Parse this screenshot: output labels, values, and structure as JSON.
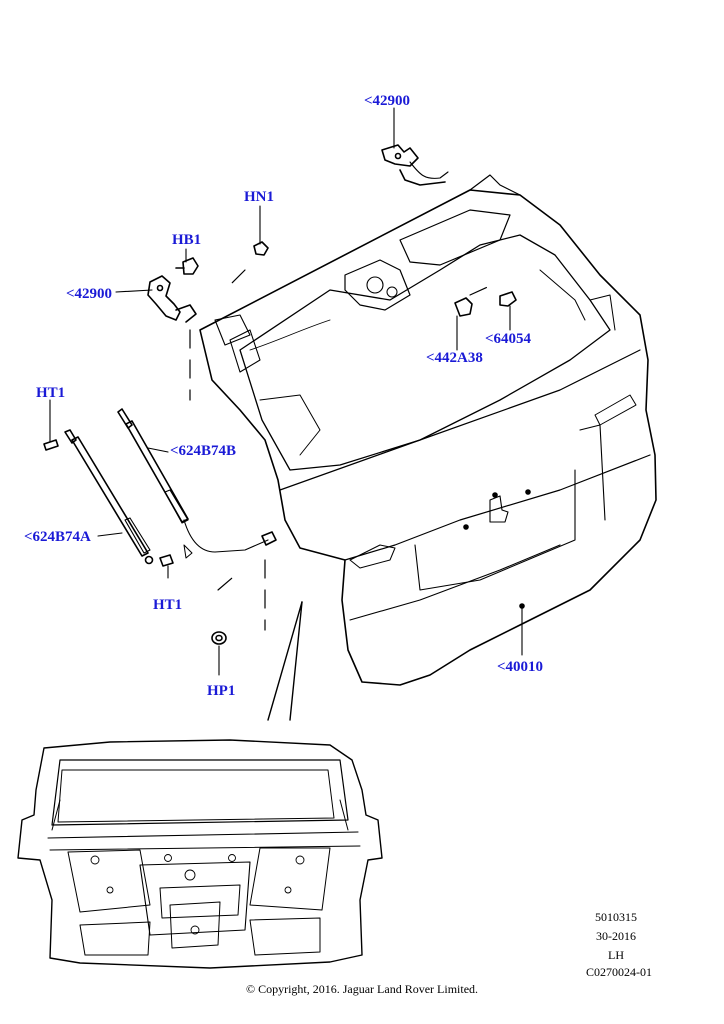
{
  "callouts": {
    "tailgate_hinge_rh": "<42900",
    "tailgate_hinge_lh": "<42900",
    "hinge_nut": "HN1",
    "hinge_bolt": "HB1",
    "upper_bolt": "HT1",
    "lower_bolt": "HT1",
    "gas_strut_b": "<624B74B",
    "gas_strut_a": "<624B74A",
    "stopper": "<64054",
    "buffer": "<442A38",
    "tailgate_panel": "<40010",
    "plug": "HP1"
  },
  "meta": {
    "code1": "5010315",
    "code2": "30-2016",
    "side": "LH",
    "ref": "C0270024-01"
  },
  "copyright": "© Copyright, 2016. Jaguar Land Rover Limited.",
  "colors": {
    "callout": "#1a1ad6",
    "line": "#000000"
  }
}
